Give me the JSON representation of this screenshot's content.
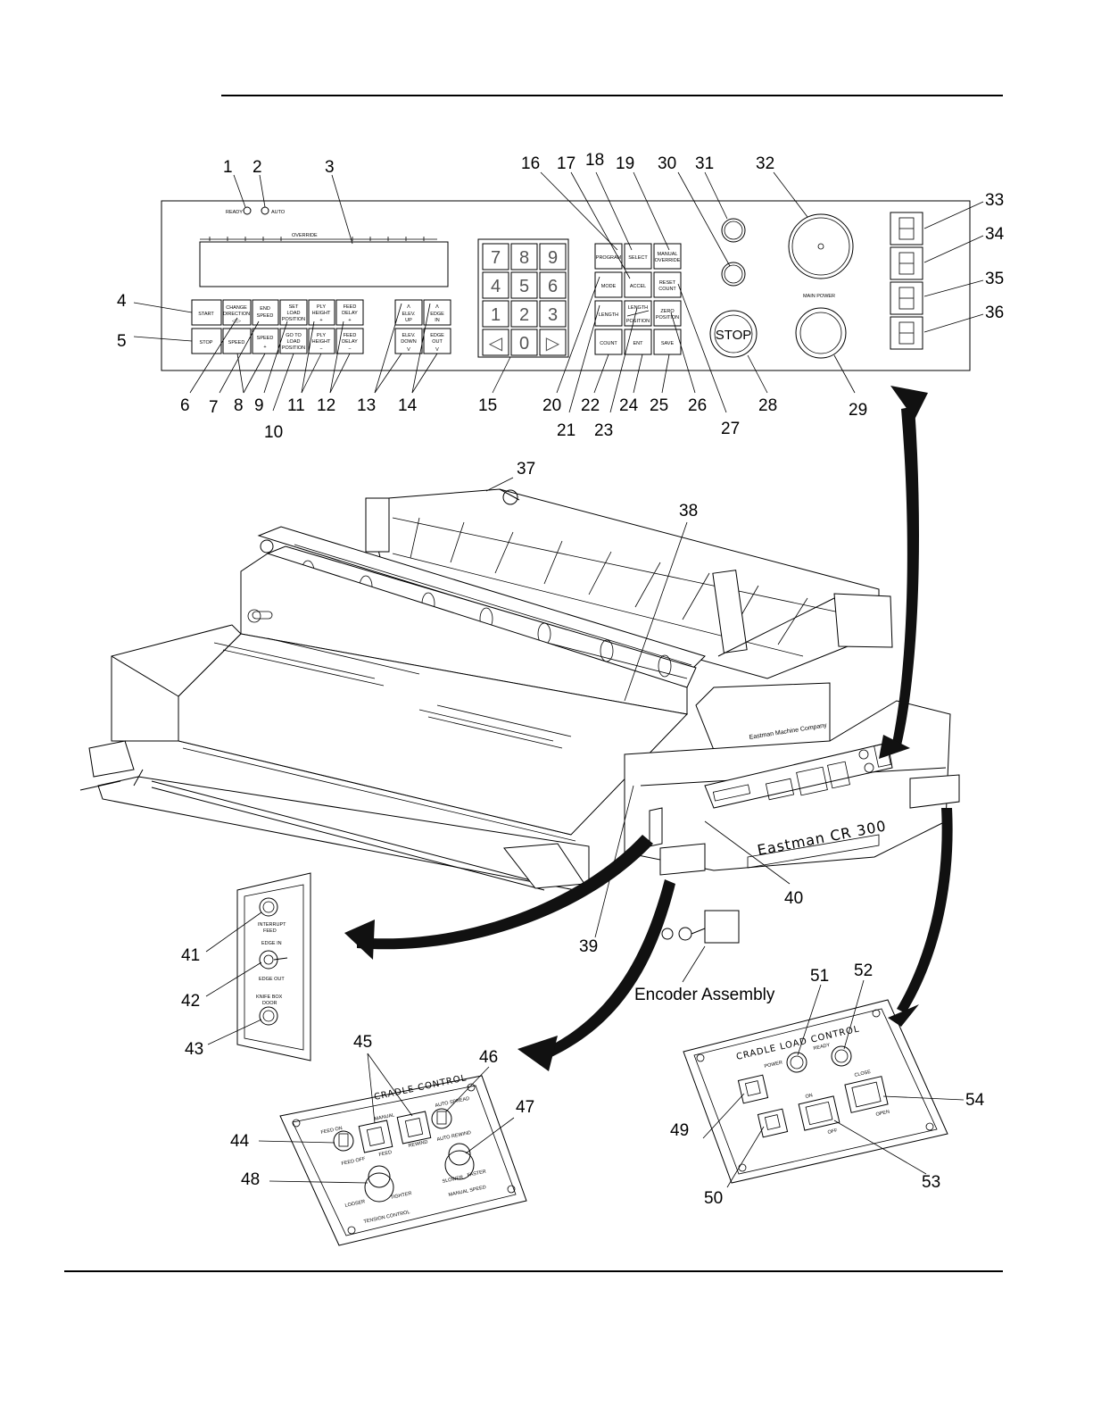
{
  "panel": {
    "indicators": {
      "ready": "READY",
      "auto": "AUTO"
    },
    "display_label": "OVERRIDE",
    "buttons": {
      "start": "START",
      "stop": "STOP",
      "change_direction": [
        "CHANGE",
        "DIRECTION"
      ],
      "speed": "SPEED",
      "end_speed": [
        "END",
        "SPEED"
      ],
      "speed_plus": [
        "SPEED",
        "+"
      ],
      "set_load_position": [
        "SET",
        "LOAD",
        "POSITION"
      ],
      "go_to_load_position": [
        "GO TO",
        "LOAD",
        "POSITION"
      ],
      "ply_height_plus": [
        "PLY",
        "HEIGHT",
        "+"
      ],
      "ply_height_minus": [
        "PLY",
        "HEIGHT",
        "−"
      ],
      "feed_delay_plus": [
        "FEED",
        "DELAY",
        "+"
      ],
      "feed_delay_minus": [
        "FEED",
        "DELAY",
        "−"
      ],
      "elev_up": [
        "ELEV.",
        "UP"
      ],
      "elev_down": [
        "ELEV.",
        "DOWN"
      ],
      "edge_in": [
        "EDGE",
        "IN"
      ],
      "edge_out": [
        "EDGE",
        "OUT"
      ],
      "program": "PROGRAM",
      "select": "SELECT",
      "manual_override": [
        "MANUAL",
        "OVERRIDE"
      ],
      "mode": "MODE",
      "accel": "ACCEL",
      "reset_count": [
        "RESET",
        "COUNT"
      ],
      "length": "LENGTH",
      "length_position": [
        "LENGTH",
        "POSITION"
      ],
      "zero_position": [
        "ZERO",
        "POSITION"
      ],
      "count": "COUNT",
      "ent": "ENT",
      "save": "SAVE",
      "stop_big": "STOP",
      "main_power": "MAIN POWER"
    },
    "keypad": [
      "7",
      "8",
      "9",
      "4",
      "5",
      "6",
      "1",
      "2",
      "3",
      "◁",
      "0",
      "▷"
    ]
  },
  "callouts": [
    "1",
    "2",
    "3",
    "4",
    "5",
    "6",
    "7",
    "8",
    "9",
    "10",
    "11",
    "12",
    "13",
    "14",
    "15",
    "16",
    "17",
    "18",
    "19",
    "20",
    "21",
    "22",
    "23",
    "24",
    "25",
    "26",
    "27",
    "28",
    "29",
    "30",
    "31",
    "32",
    "33",
    "34",
    "35",
    "36",
    "37",
    "38",
    "39",
    "40",
    "41",
    "42",
    "43",
    "44",
    "45",
    "46",
    "47",
    "48",
    "49",
    "50",
    "51",
    "52",
    "53",
    "54"
  ],
  "machine": {
    "brand": "Eastman CR 300",
    "encoder": "Encoder Assembly"
  },
  "small_panel": {
    "interrupt_feed": [
      "INTERRUPT",
      "FEED"
    ],
    "edge_in": "EDGE IN",
    "edge_out": "EDGE OUT",
    "knife_box": [
      "KNIFE BOX",
      "DOOR"
    ]
  },
  "cradle_control": {
    "title": "CRADLE CONTROL",
    "feed_on": "FEED ON",
    "feed_off": "FEED OFF",
    "manual": "MANUAL",
    "feed": "FEED",
    "rewind": "REWIND",
    "auto_spread": "AUTO SPREAD",
    "auto_rewind": "AUTO REWIND",
    "looser": "LOOSER",
    "tighter": "TIGHTER",
    "slower": "SLOWER",
    "faster": "FASTER",
    "tension_control": "TENSION CONTROL",
    "manual_speed": "MANUAL SPEED"
  },
  "cradle_load_control": {
    "title": "CRADLE LOAD CONTROL",
    "power": "POWER",
    "ready": "READY",
    "on": "ON",
    "off": "OFF",
    "close": "CLOSE",
    "open": "OPEN"
  }
}
